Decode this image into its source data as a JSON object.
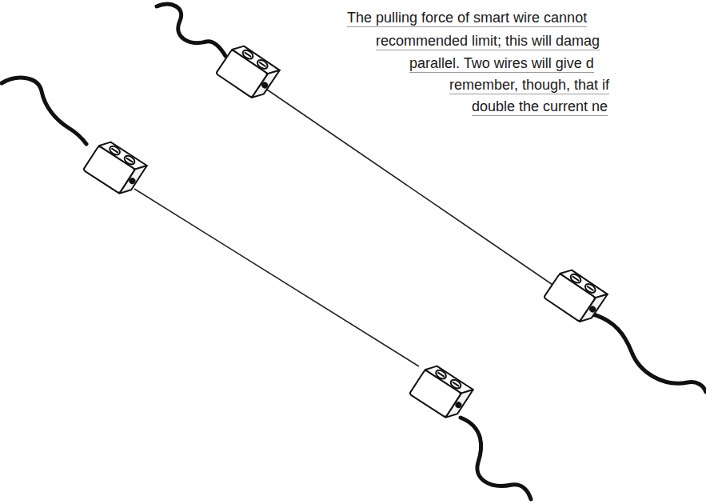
{
  "diagram": {
    "labels": [
      "The pulling force of smart wire cannot",
      "recommended limit; this will damag",
      "parallel. Two wires will give d",
      "remember, though, that if",
      "double the current ne"
    ]
  }
}
